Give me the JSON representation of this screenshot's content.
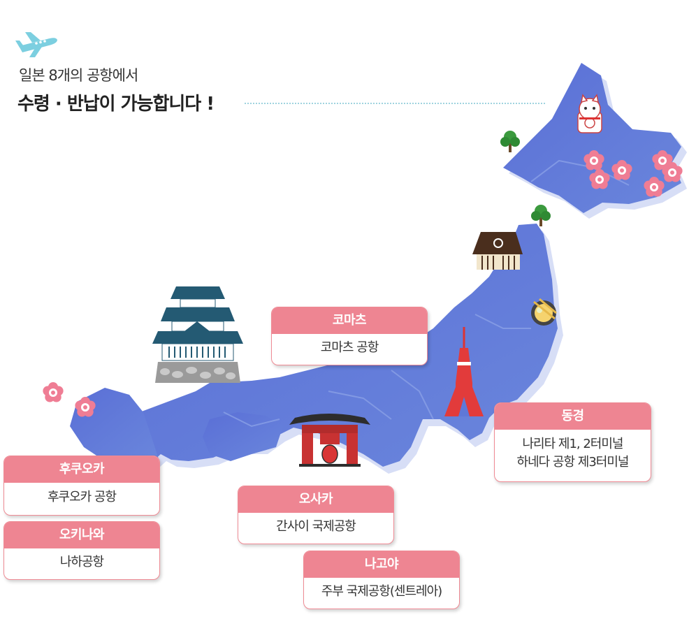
{
  "header": {
    "subtitle": "일본 8개의 공항에서",
    "title": "수령 · 반납이 가능합니다 !"
  },
  "icons": {
    "plane": "airplane-icon",
    "castle": "castle-icon",
    "tower": "tokyo-tower-icon",
    "gate": "temple-gate-icon",
    "cat": "lucky-cat-icon",
    "onsen": "onsen-house-icon",
    "ramen": "ramen-bowl-icon",
    "tree": "tree-icon",
    "blossom": "blossom-icon"
  },
  "colors": {
    "land": "#5f78d8",
    "land_shadow": "#cfd9f5",
    "accent": "#ee8592",
    "plane": "#7ccfe0"
  },
  "cards": {
    "komatsu": {
      "title": "코마츠",
      "lines": [
        "코마츠 공항"
      ]
    },
    "tokyo": {
      "title": "동경",
      "lines": [
        "나리타 제1, 2터미널",
        "하네다 공항 제3터미널"
      ]
    },
    "fukuoka": {
      "title": "후쿠오카",
      "lines": [
        "후쿠오카 공항"
      ]
    },
    "okinawa": {
      "title": "오키나와",
      "lines": [
        "나하공항"
      ]
    },
    "osaka": {
      "title": "오사카",
      "lines": [
        "간사이 국제공항"
      ]
    },
    "nagoya": {
      "title": "나고야",
      "lines": [
        "주부 국제공항(센트레아)"
      ]
    }
  }
}
